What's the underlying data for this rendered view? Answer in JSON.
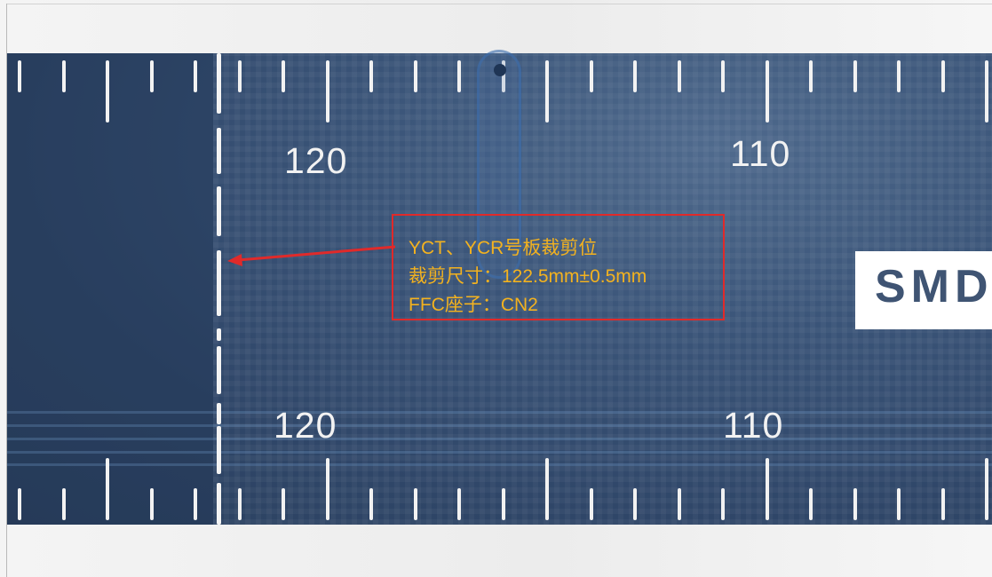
{
  "ruler": {
    "upper_labels": [
      "120",
      "110"
    ],
    "lower_labels": [
      "120",
      "110"
    ]
  },
  "annotation": {
    "line1": "YCT、YCR号板裁剪位",
    "line2": "裁剪尺寸：122.5mm±0.5mm",
    "line3": "FFC座子：CN2"
  },
  "board_marking": {
    "text": "SMD"
  },
  "colors": {
    "board": "#2f4668",
    "annotation_border": "#e02a2a",
    "annotation_text": "#f3b21f",
    "arrow": "#e02a2a",
    "ticks": "#f2f2f2"
  },
  "icons": {
    "arrow": "left-arrow-icon"
  }
}
